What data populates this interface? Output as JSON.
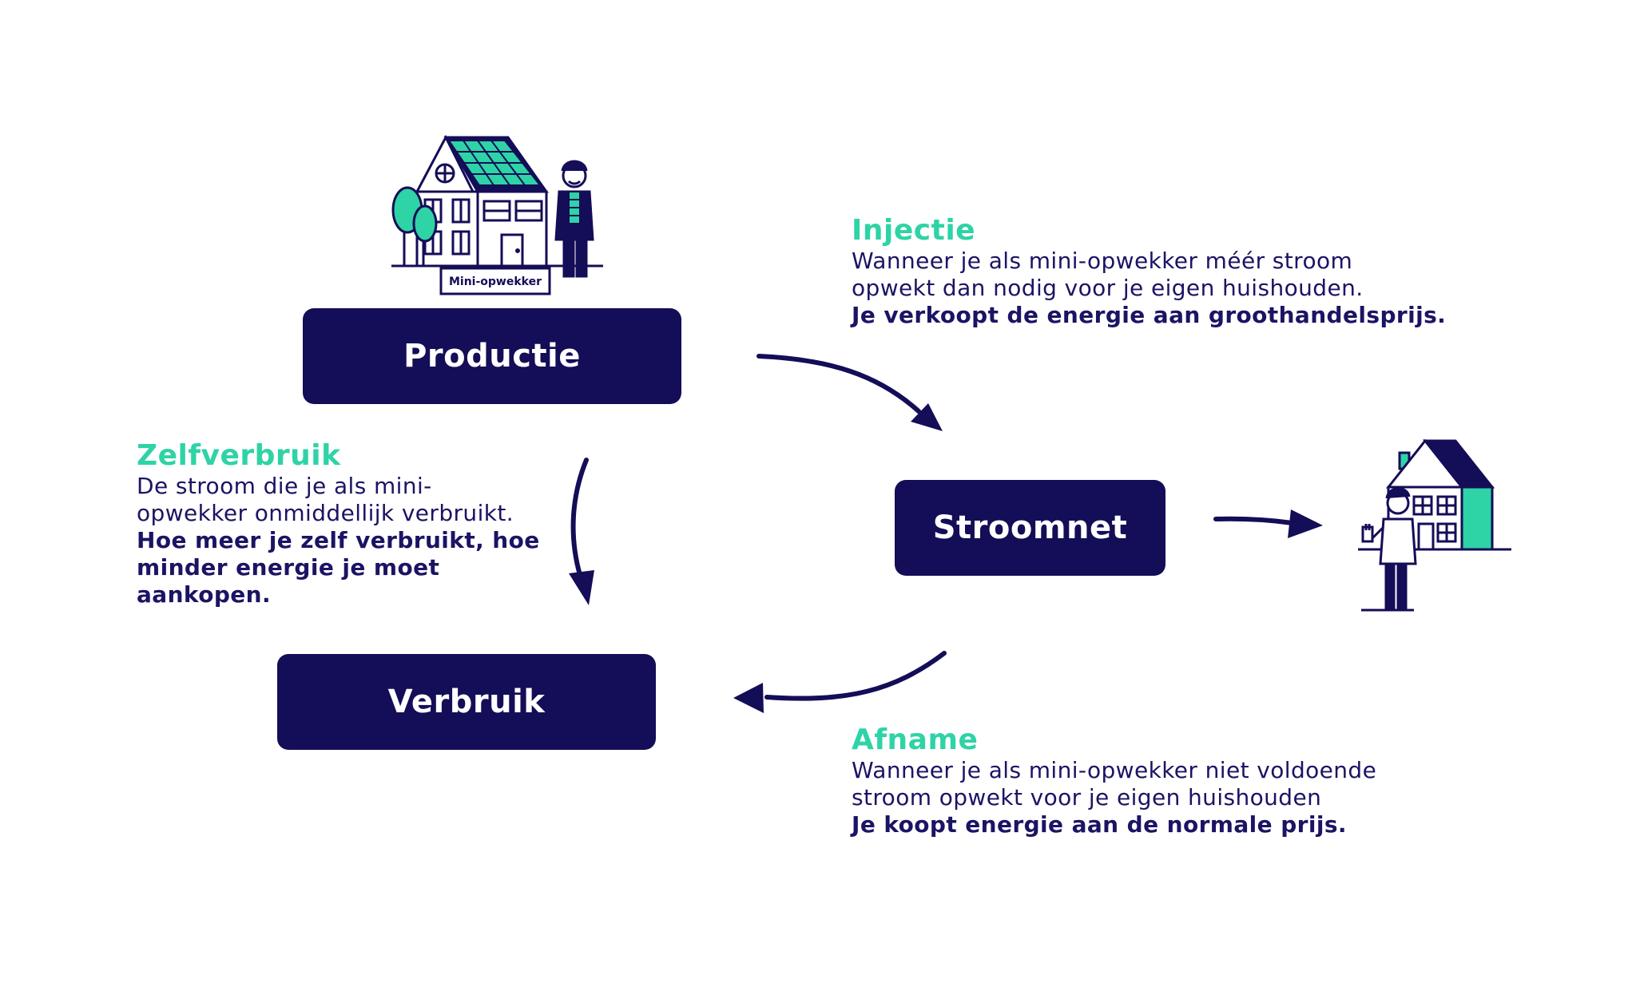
{
  "boxes": {
    "productie": "Productie",
    "stroomnet": "Stroomnet",
    "verbruik": "Verbruik"
  },
  "injectie": {
    "title": "Injectie",
    "lines": [
      "Wanneer je als mini-opwekker méér stroom",
      "opwekt dan nodig voor je eigen huishouden."
    ],
    "strong": "Je verkoopt de energie aan groothandelsprijs."
  },
  "zelfverbruik": {
    "title": "Zelfverbruik",
    "lines": [
      "De stroom die je als mini-",
      "opwekker onmiddellijk verbruikt."
    ],
    "strong_lines": [
      "Hoe meer je zelf verbruikt, hoe",
      "minder energie je moet",
      "aankopen."
    ]
  },
  "afname": {
    "title": "Afname",
    "lines": [
      "Wanneer je als mini-opwekker niet voldoende",
      "stroom opwekt voor je eigen huishouden"
    ],
    "strong": "Je koopt energie aan de normale prijs."
  },
  "illustrations": {
    "producer_house_label": "Mini-opwekker",
    "producer_house_icon": "house-with-solar-panels-icon",
    "consumer_house_icon": "house-with-person-icon"
  },
  "colors": {
    "navy": "#140d57",
    "mint": "#2ed3a6",
    "text": "#1b1464"
  }
}
